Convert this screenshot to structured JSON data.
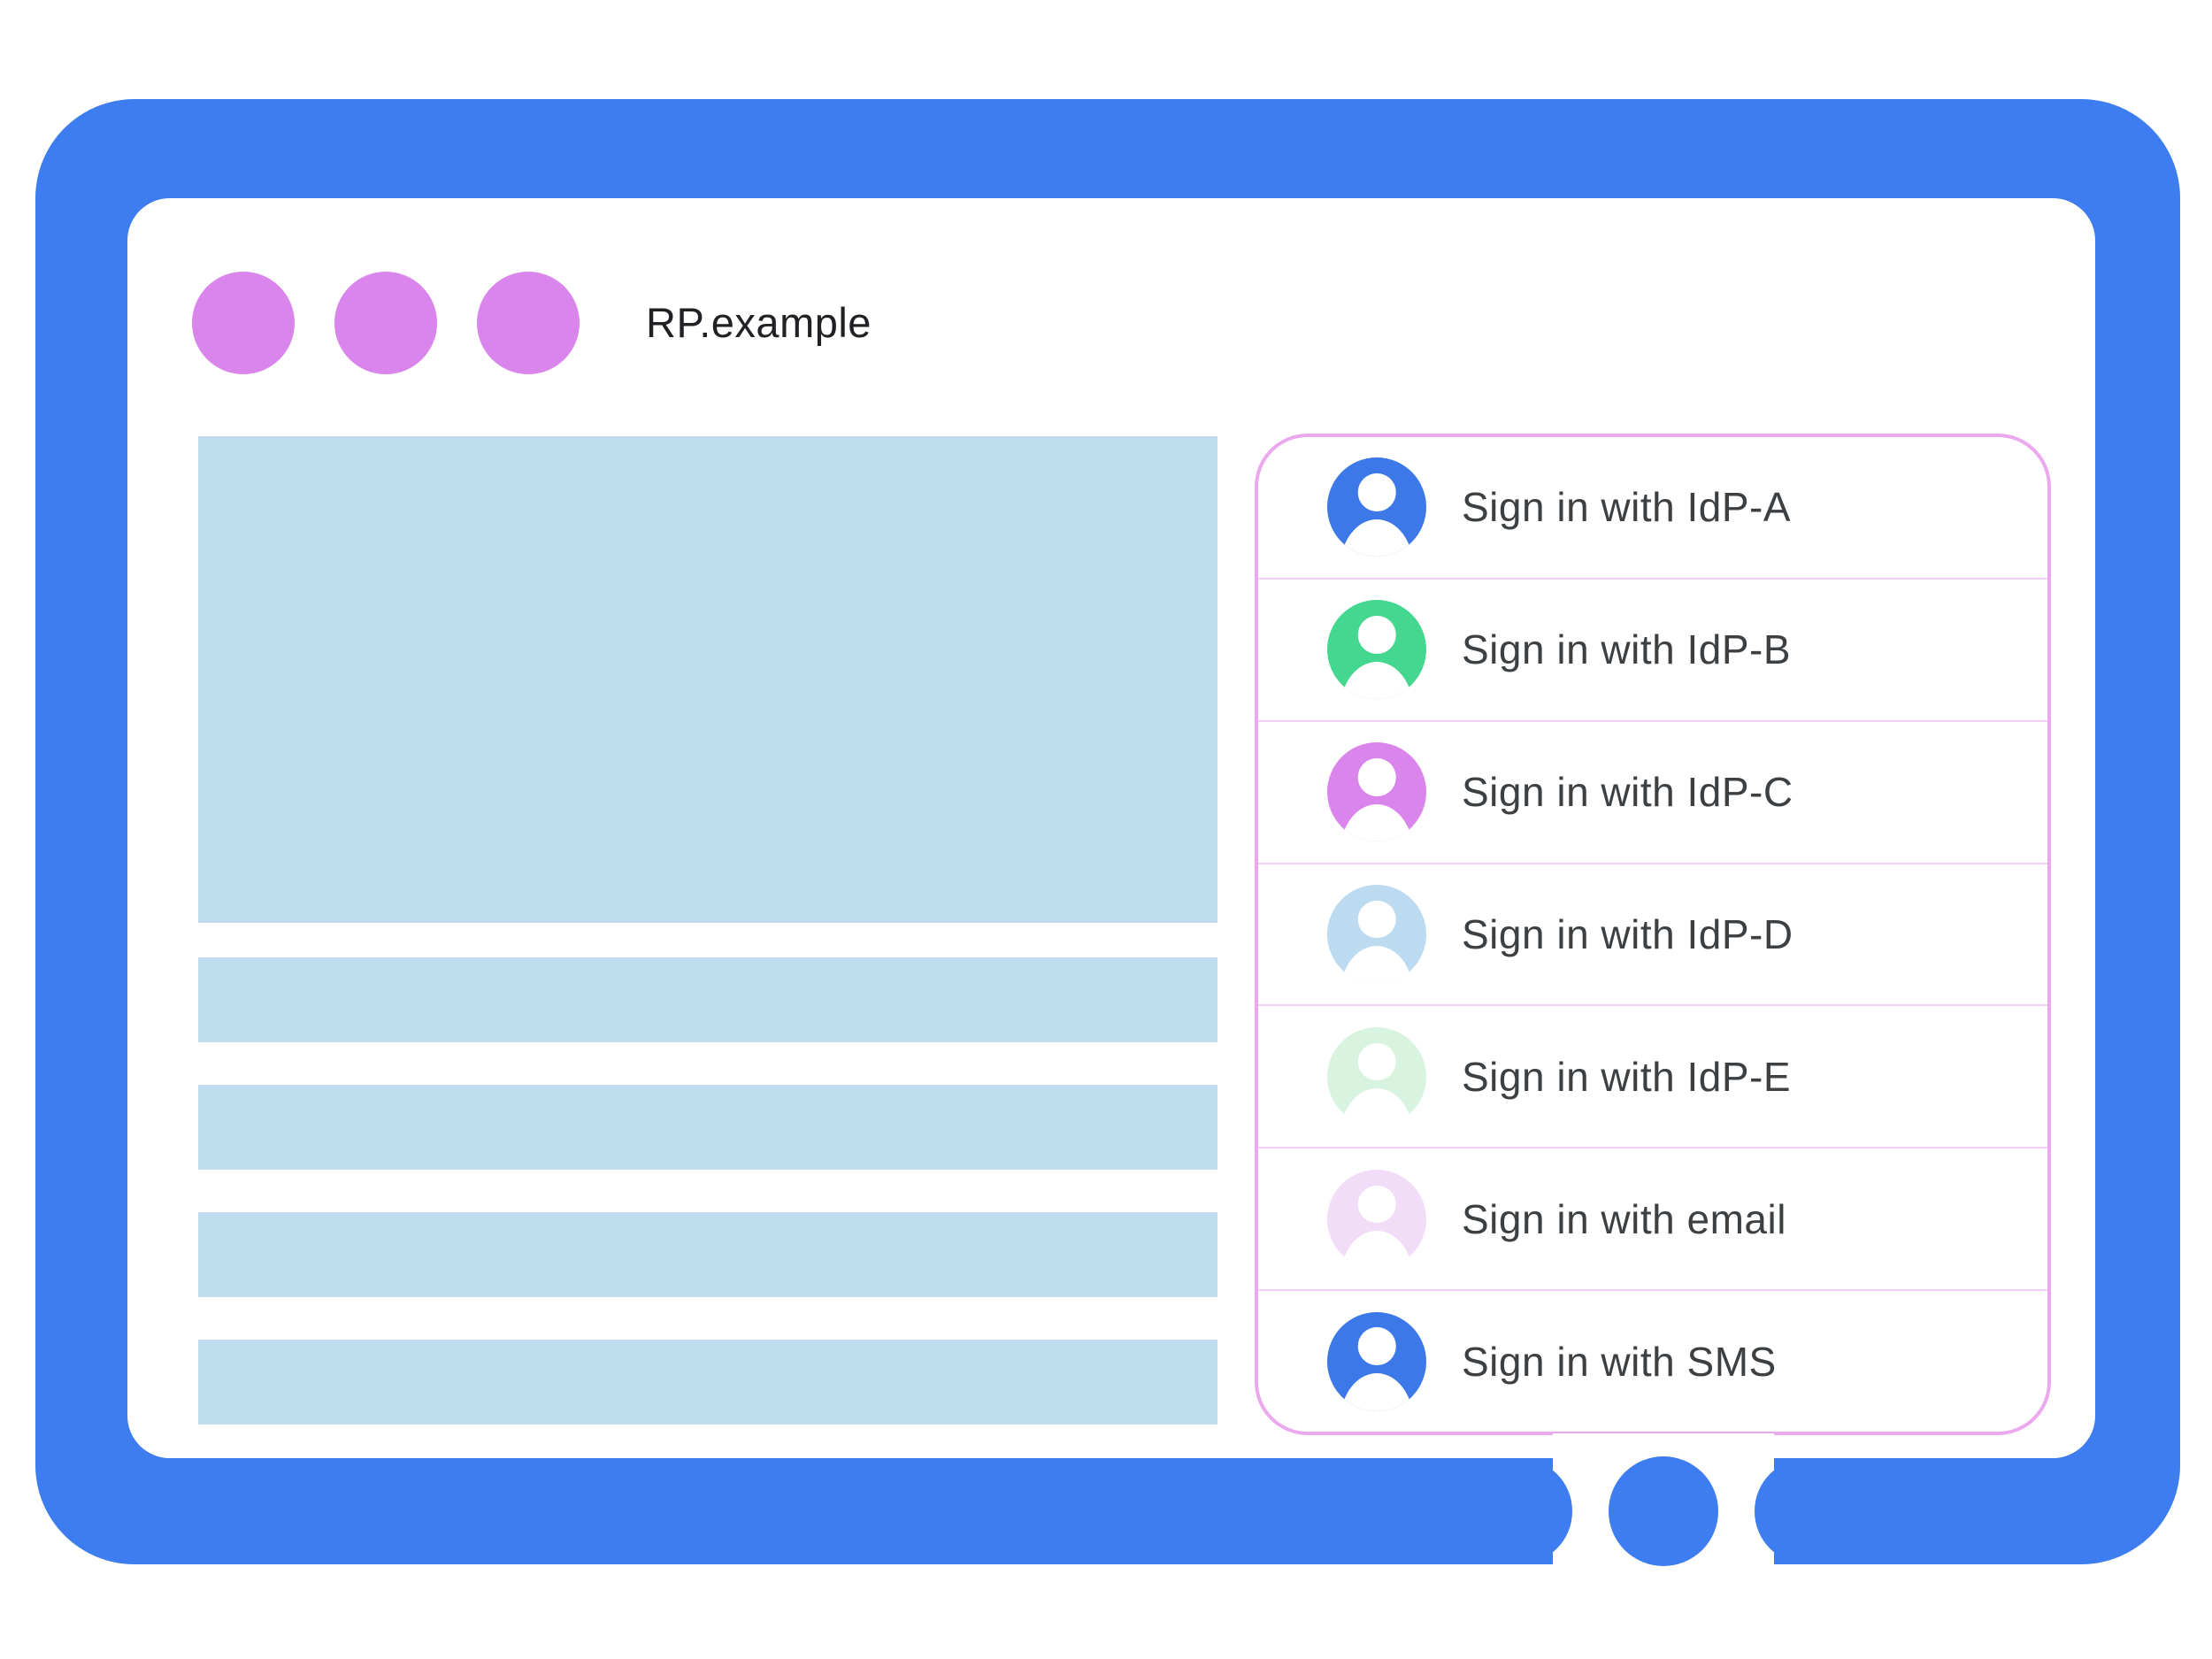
{
  "browser": {
    "title": "RP.example",
    "window_dot_count": 3
  },
  "signin_panel": {
    "items": [
      {
        "label": "Sign in with IdP-A",
        "avatar_color": "#3D78E8"
      },
      {
        "label": "Sign in with IdP-B",
        "avatar_color": "#43D78F"
      },
      {
        "label": "Sign in with IdP-C",
        "avatar_color": "#DA85EC"
      },
      {
        "label": "Sign in with IdP-D",
        "avatar_color": "#BDDBF0"
      },
      {
        "label": "Sign in with IdP-E",
        "avatar_color": "#D8F3E0"
      },
      {
        "label": "Sign in with email",
        "avatar_color": "#F1DDF7"
      },
      {
        "label": "Sign in with SMS",
        "avatar_color": "#3D78E8"
      }
    ]
  },
  "colors": {
    "frame": "#3E7DF0",
    "window_dot": "#DA85EC",
    "content_placeholder": "#BFDCEE",
    "panel_border": "#EBA8ED",
    "panel_divider": "#F4CEF5",
    "label_text": "#3C4043",
    "title_text": "#202124"
  }
}
